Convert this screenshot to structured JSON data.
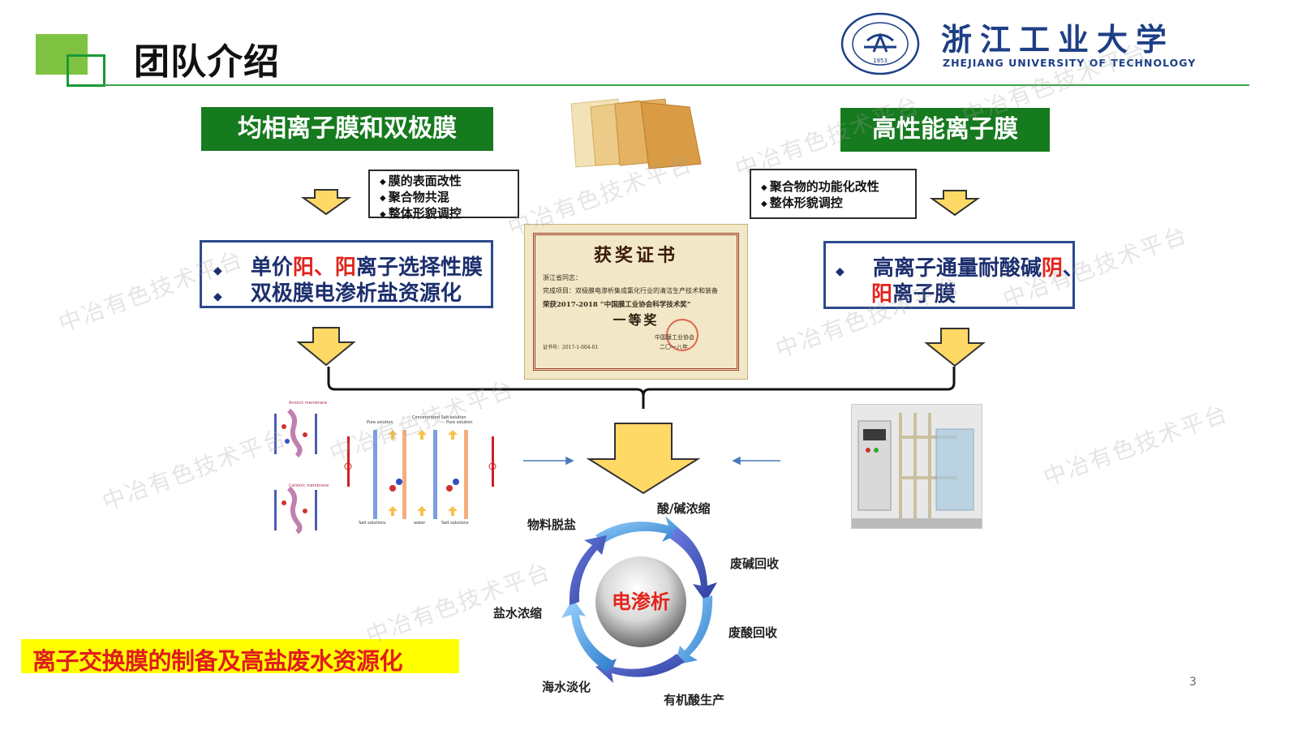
{
  "header": {
    "title": "团队介绍",
    "university_cn": "浙江工业大学",
    "university_en": "ZHEJIANG UNIVERSITY OF TECHNOLOGY",
    "seal_year": "1953"
  },
  "left_column": {
    "heading": "均相离子膜和双极膜",
    "methods": [
      "膜的表面改性",
      "聚合物共混",
      "整体形貌调控"
    ],
    "result_line1_prefix": "单价",
    "result_line1_red1": "阳",
    "result_line1_mid": "、",
    "result_line1_red2": "阳",
    "result_line1_suffix": "离子选择性膜",
    "result_line2": "双极膜电渗析盐资源化"
  },
  "right_column": {
    "heading": "高性能离子膜",
    "methods": [
      "聚合物的功能化改性",
      "整体形貌调控"
    ],
    "result_line1_prefix": "高离子通量耐酸碱",
    "result_line1_red": "阴",
    "result_line1_suffix": "、",
    "result_line2_red": "阳",
    "result_line2_suffix": "离子膜"
  },
  "certificate": {
    "title": "获奖证书",
    "line1": "浙江省同志：",
    "line2": "完成项目：双极膜电渗析集成氯化行业的清洁生产技术和装备",
    "line3": "荣获2017-2018 “中国膜工业协会科学技术奖”",
    "prize": "一等奖",
    "org": "中国膜工业协会",
    "date": "二〇一八年",
    "number": "证书号：2017-1-004-01"
  },
  "diagram_labels": {
    "anionic": "Anionic membrane",
    "cationic": "Cationic membrane",
    "pure_solution": "Pure solution",
    "concentrated_salt": "Concentrated Salt solution",
    "salt_solutions": "Salt solutions",
    "water": "water"
  },
  "cycle": {
    "center": "电渗析",
    "items": [
      "酸/碱浓缩",
      "废碱回收",
      "废酸回收",
      "有机酸生产",
      "海水淡化",
      "盐水浓缩",
      "物料脱盐"
    ]
  },
  "banner": {
    "text": "离子交换膜的制备及高盐废水资源化"
  },
  "watermark": "中冶有色技术平台",
  "page_number": "3",
  "colors": {
    "green_heading": "#167a1f",
    "blue_border": "#2b4a8c",
    "highlight_red": "#e2241c",
    "banner_yellow": "#ffff00",
    "arrow_yellow": "#ffd966"
  }
}
